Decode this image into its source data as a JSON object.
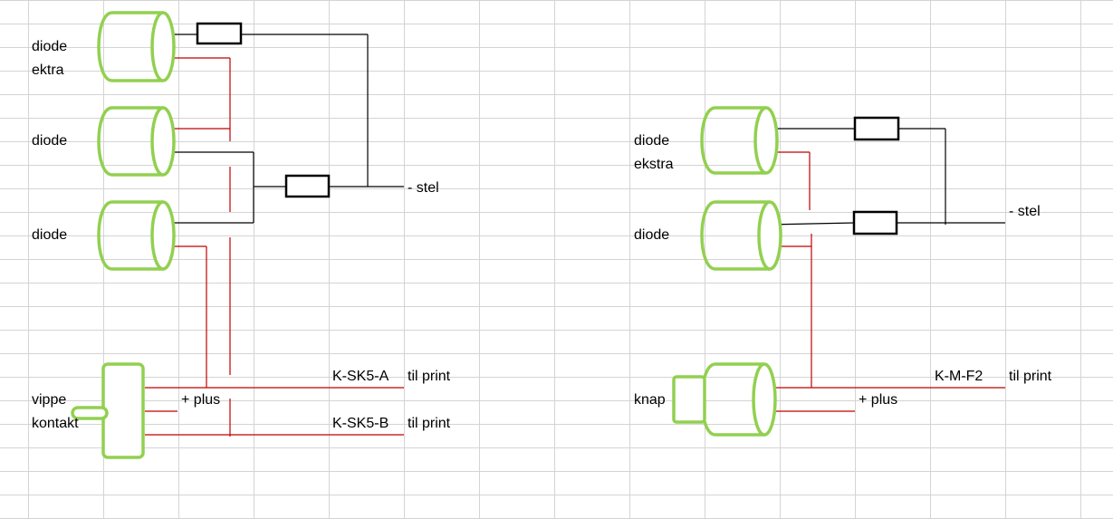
{
  "colors": {
    "grid": "#d4d4d4",
    "component_stroke": "#92d050",
    "red_wire": "#c00000",
    "black_wire": "#000000",
    "resistor": "#000000"
  },
  "left_circuit": {
    "labels": {
      "diode1_line1": "diode",
      "diode1_line2": "ektra",
      "diode2": "diode",
      "diode3": "diode",
      "switch_line1": "vippe",
      "switch_line2": "kontakt",
      "plus": "+ plus",
      "ground": "- stel",
      "out_a": "K-SK5-A",
      "out_a_dest": "til print",
      "out_b": "K-SK5-B",
      "out_b_dest": "til print"
    }
  },
  "right_circuit": {
    "labels": {
      "diode1_line1": "diode",
      "diode1_line2": "ekstra",
      "diode2": "diode",
      "button": "knap",
      "plus": "+ plus",
      "ground": "- stel",
      "out": "K-M-F2",
      "out_dest": "til print"
    }
  }
}
